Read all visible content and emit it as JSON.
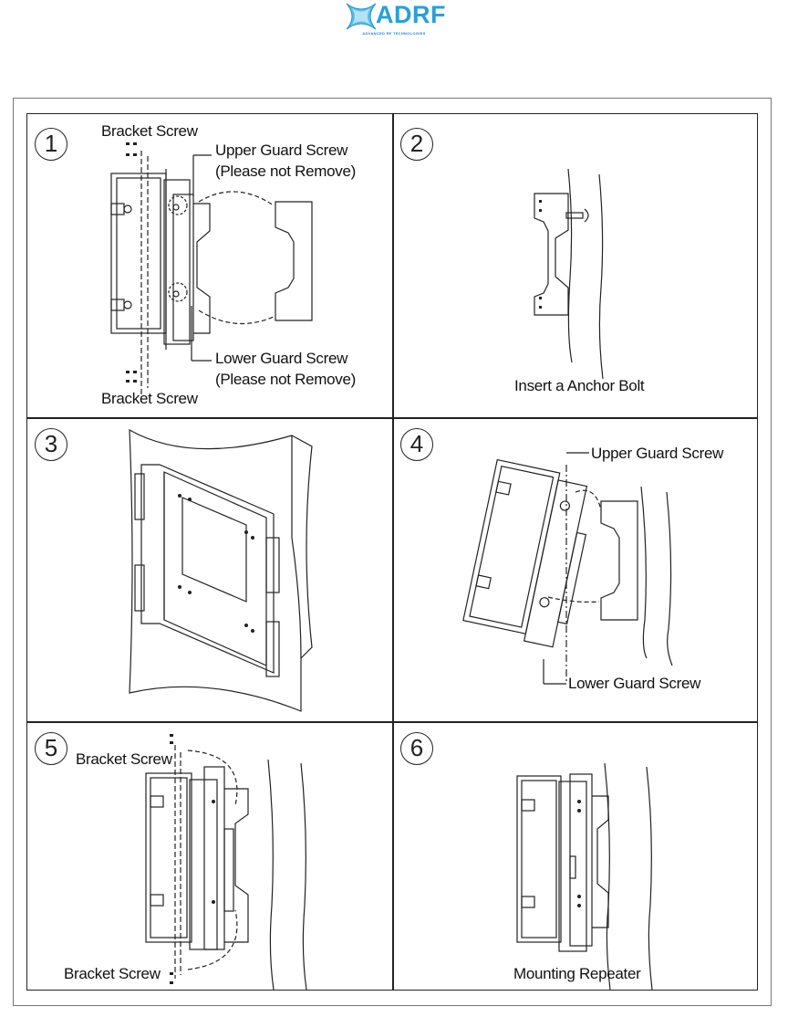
{
  "header": {
    "logo_word": "ADRF",
    "logo_tagline": "ADVANCED RF TECHNOLOGIES",
    "brand_color": "#2a9fd8"
  },
  "steps": [
    {
      "number": "1",
      "labels": {
        "bracket_screw_top": "Bracket Screw",
        "upper_guard": "Upper Guard Screw",
        "upper_guard_note": "(Please not Remove)",
        "lower_guard": "Lower Guard Screw",
        "lower_guard_note": "(Please not Remove)",
        "bracket_screw_bottom": "Bracket Screw"
      }
    },
    {
      "number": "2",
      "caption": "Insert a Anchor Bolt"
    },
    {
      "number": "3"
    },
    {
      "number": "4",
      "labels": {
        "upper_guard": "Upper Guard Screw",
        "lower_guard": "Lower Guard Screw"
      }
    },
    {
      "number": "5",
      "labels": {
        "bracket_screw_top": "Bracket Screw",
        "bracket_screw_bottom": "Bracket Screw"
      }
    },
    {
      "number": "6",
      "caption": "Mounting Repeater"
    }
  ]
}
